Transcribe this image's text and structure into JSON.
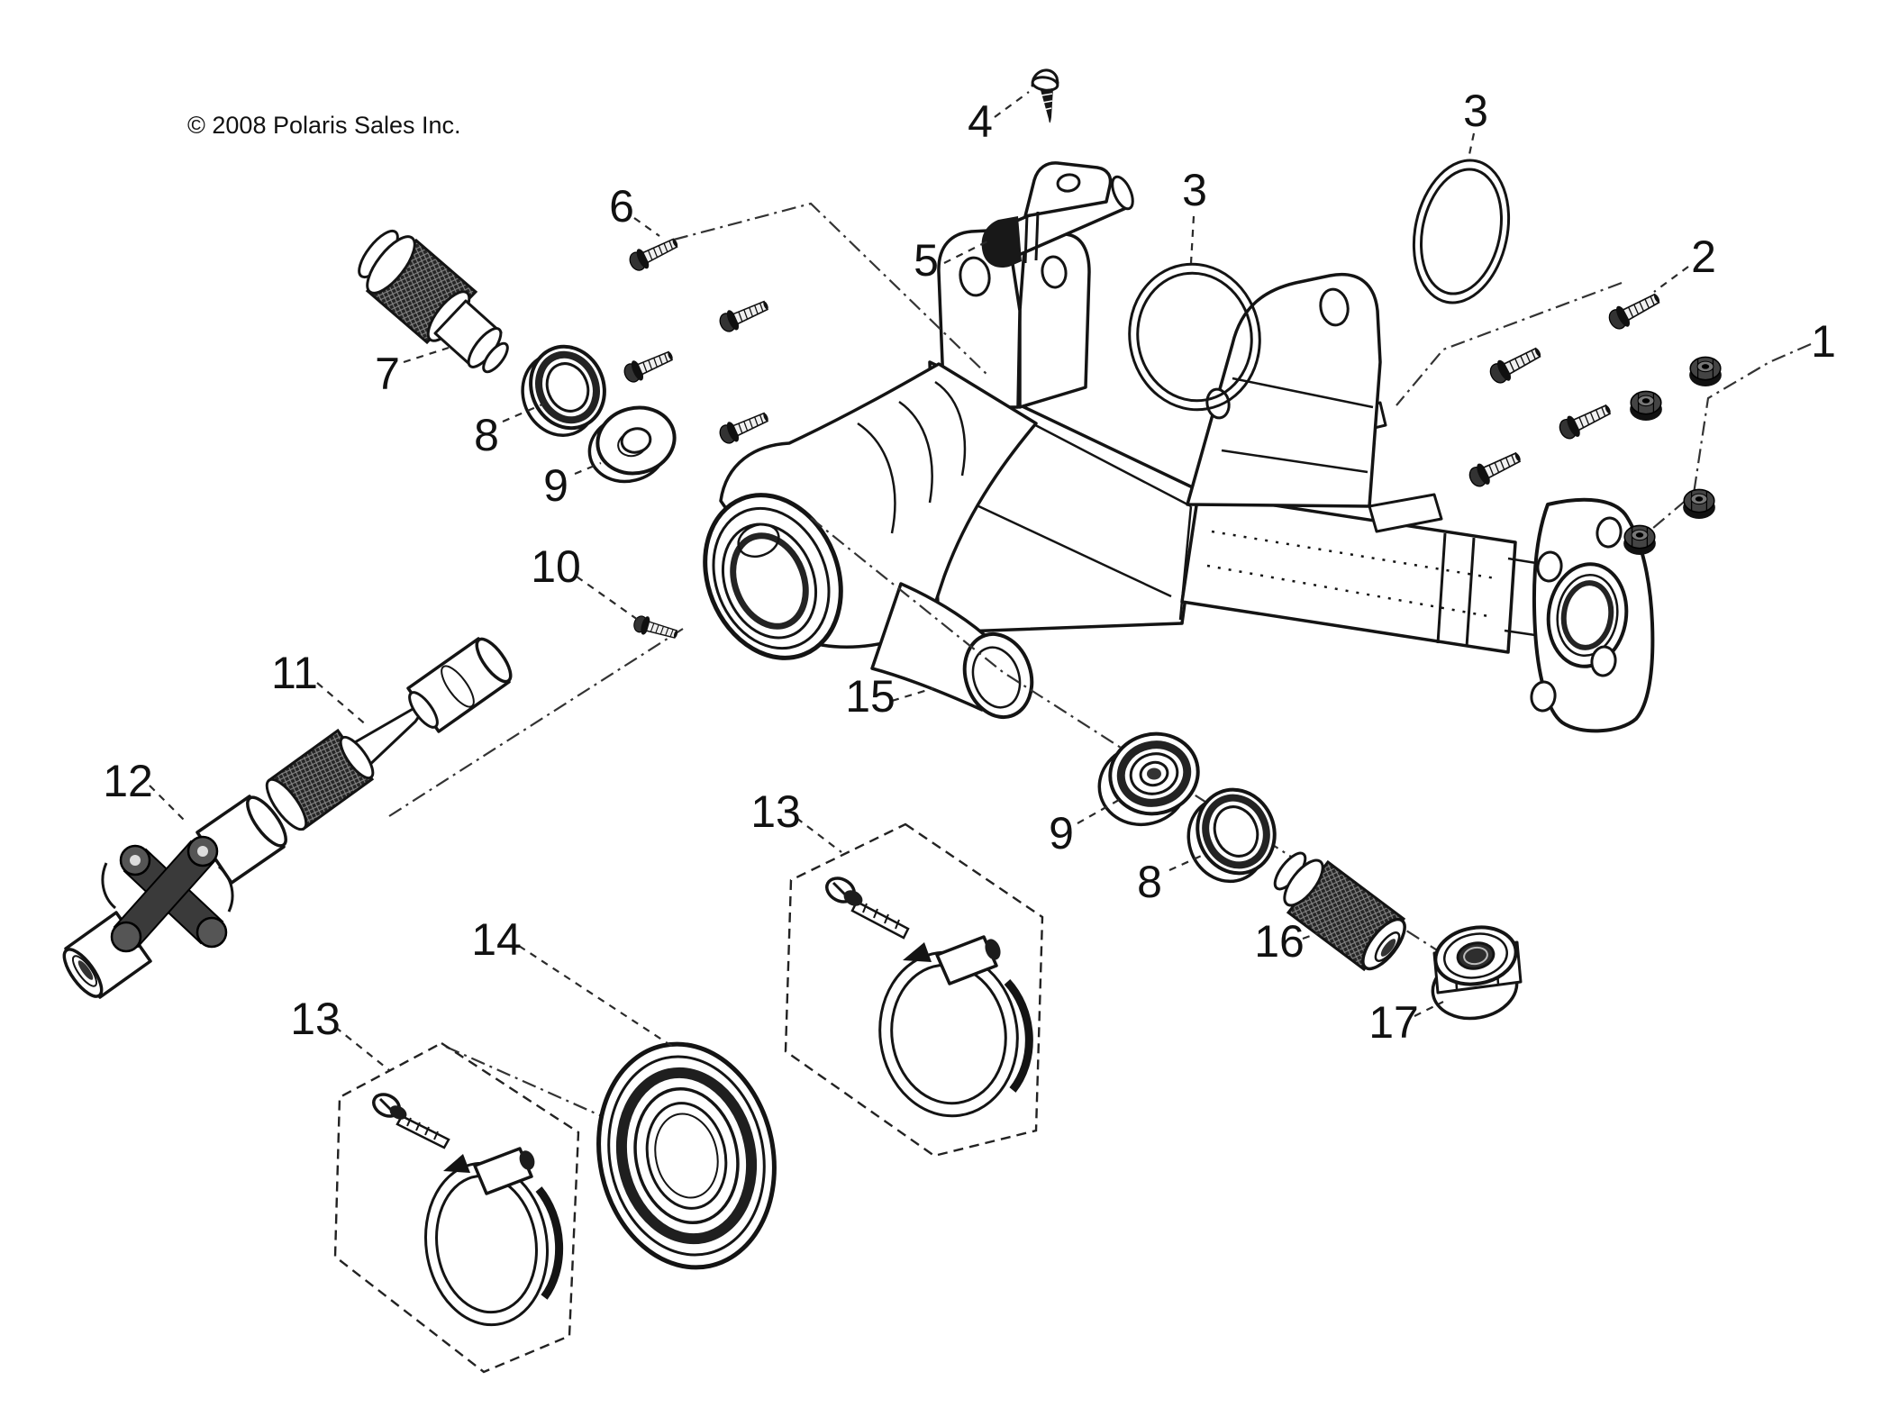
{
  "copyright": "© 2008 Polaris Sales Inc.",
  "callouts": {
    "c1": "1",
    "c2": "2",
    "c3a": "3",
    "c3b": "3",
    "c4": "4",
    "c5": "5",
    "c6": "6",
    "c7": "7",
    "c8a": "8",
    "c8b": "8",
    "c9a": "9",
    "c9b": "9",
    "c10": "10",
    "c11": "11",
    "c12": "12",
    "c13a": "13",
    "c13b": "13",
    "c14": "14",
    "c15": "15",
    "c16": "16",
    "c17": "17"
  }
}
